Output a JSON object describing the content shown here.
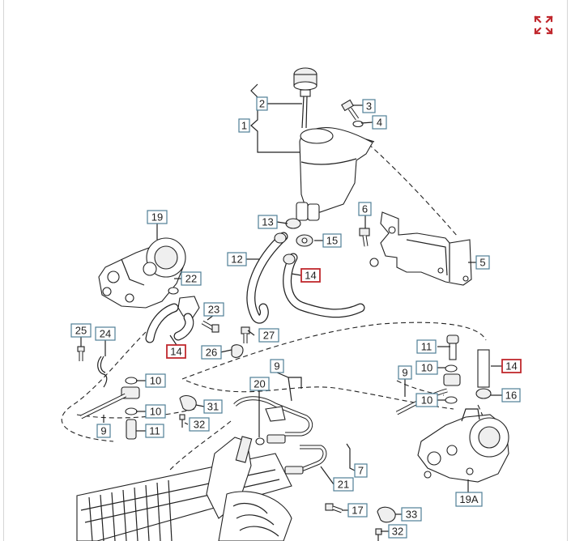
{
  "toolbar": {
    "expand_icon": "expand-arrows-icon",
    "expand_color": "#c0282e"
  },
  "colors": {
    "callout_border": "#4f7f96",
    "highlight_border": "#c0282e",
    "line": "#222222"
  },
  "labels": {
    "l1": "1",
    "l2": "2",
    "l3": "3",
    "l4": "4",
    "l5": "5",
    "l6": "6",
    "l7": "7",
    "l9a": "9",
    "l9b": "9",
    "l9c": "9",
    "l10a": "10",
    "l10b": "10",
    "l10c": "10",
    "l10d": "10",
    "l11a": "11",
    "l11b": "11",
    "l12": "12",
    "l13": "13",
    "l14a": "14",
    "l14b": "14",
    "l14c": "14",
    "l15": "15",
    "l16": "16",
    "l17": "17",
    "l19": "19",
    "l19a": "19A",
    "l20": "20",
    "l21": "21",
    "l22": "22",
    "l23": "23",
    "l24": "24",
    "l25": "25",
    "l26": "26",
    "l27": "27",
    "l31": "31",
    "l32a": "32",
    "l32b": "32",
    "l33": "33"
  }
}
